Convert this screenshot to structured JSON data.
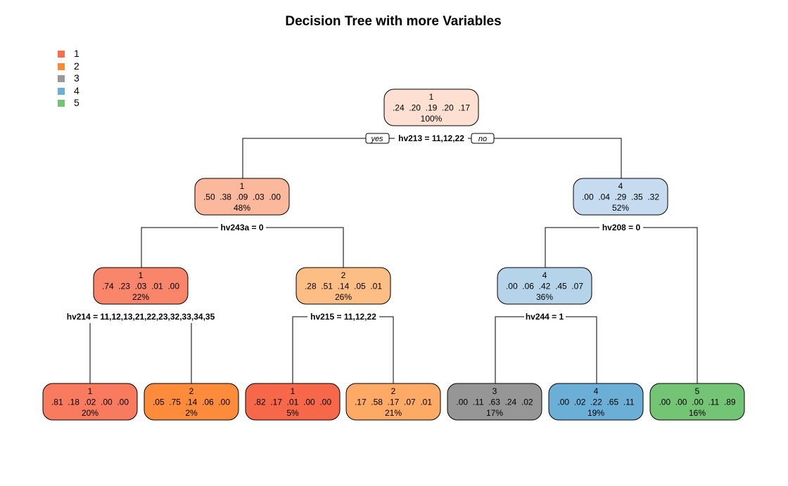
{
  "title": "Decision Tree with more Variables",
  "legend": [
    {
      "label": "1",
      "color": "#f4704f"
    },
    {
      "label": "2",
      "color": "#f68b3a"
    },
    {
      "label": "3",
      "color": "#999999"
    },
    {
      "label": "4",
      "color": "#6baed6"
    },
    {
      "label": "5",
      "color": "#74c476"
    }
  ],
  "edge_labels": {
    "yes": "yes",
    "no": "no"
  },
  "nodes": [
    {
      "id": "n1",
      "class": "1",
      "probs": ".24  .20  .19  .20  .17",
      "pct": "100%",
      "color": "#fde0d2"
    },
    {
      "id": "n2",
      "class": "1",
      "probs": ".50  .38  .09  .03  .00",
      "pct": "48%",
      "color": "#fbb89d"
    },
    {
      "id": "n3",
      "class": "4",
      "probs": ".00  .04  .29  .35  .32",
      "pct": "52%",
      "color": "#c6dbef"
    },
    {
      "id": "n4",
      "class": "1",
      "probs": ".74  .23  .03  .01  .00",
      "pct": "22%",
      "color": "#f9856a"
    },
    {
      "id": "n5",
      "class": "2",
      "probs": ".28  .51  .14  .05  .01",
      "pct": "26%",
      "color": "#fdbe85"
    },
    {
      "id": "n6",
      "class": "4",
      "probs": ".00  .06  .42  .45  .07",
      "pct": "36%",
      "color": "#b6d4e9"
    },
    {
      "id": "n7",
      "class": "1",
      "probs": ".81  .18  .02  .00  .00",
      "pct": "20%",
      "color": "#f87a5f"
    },
    {
      "id": "n8",
      "class": "2",
      "probs": ".05  .75  .14  .06  .00",
      "pct": "2%",
      "color": "#fd8b3c"
    },
    {
      "id": "n9",
      "class": "1",
      "probs": ".82  .17  .01  .00  .00",
      "pct": "5%",
      "color": "#f7684b"
    },
    {
      "id": "n10",
      "class": "2",
      "probs": ".17  .58  .17  .07  .01",
      "pct": "21%",
      "color": "#fdaa66"
    },
    {
      "id": "n11",
      "class": "3",
      "probs": ".00  .11  .63  .24  .02",
      "pct": "17%",
      "color": "#969696"
    },
    {
      "id": "n12",
      "class": "4",
      "probs": ".00  .02  .22  .65  .11",
      "pct": "19%",
      "color": "#6baed6"
    },
    {
      "id": "n13",
      "class": "5",
      "probs": ".00  .00  .00  .11  .89",
      "pct": "16%",
      "color": "#74c476"
    }
  ],
  "splits": [
    {
      "id": "s1",
      "label": "hv213 = 11,12,22"
    },
    {
      "id": "s2",
      "label": "hv243a = 0"
    },
    {
      "id": "s3",
      "label": "hv208 = 0"
    },
    {
      "id": "s4",
      "label": "hv214 = 11,12,13,21,22,23,32,33,34,35"
    },
    {
      "id": "s5",
      "label": "hv215 = 11,12,22"
    },
    {
      "id": "s6",
      "label": "hv244 = 1"
    }
  ]
}
